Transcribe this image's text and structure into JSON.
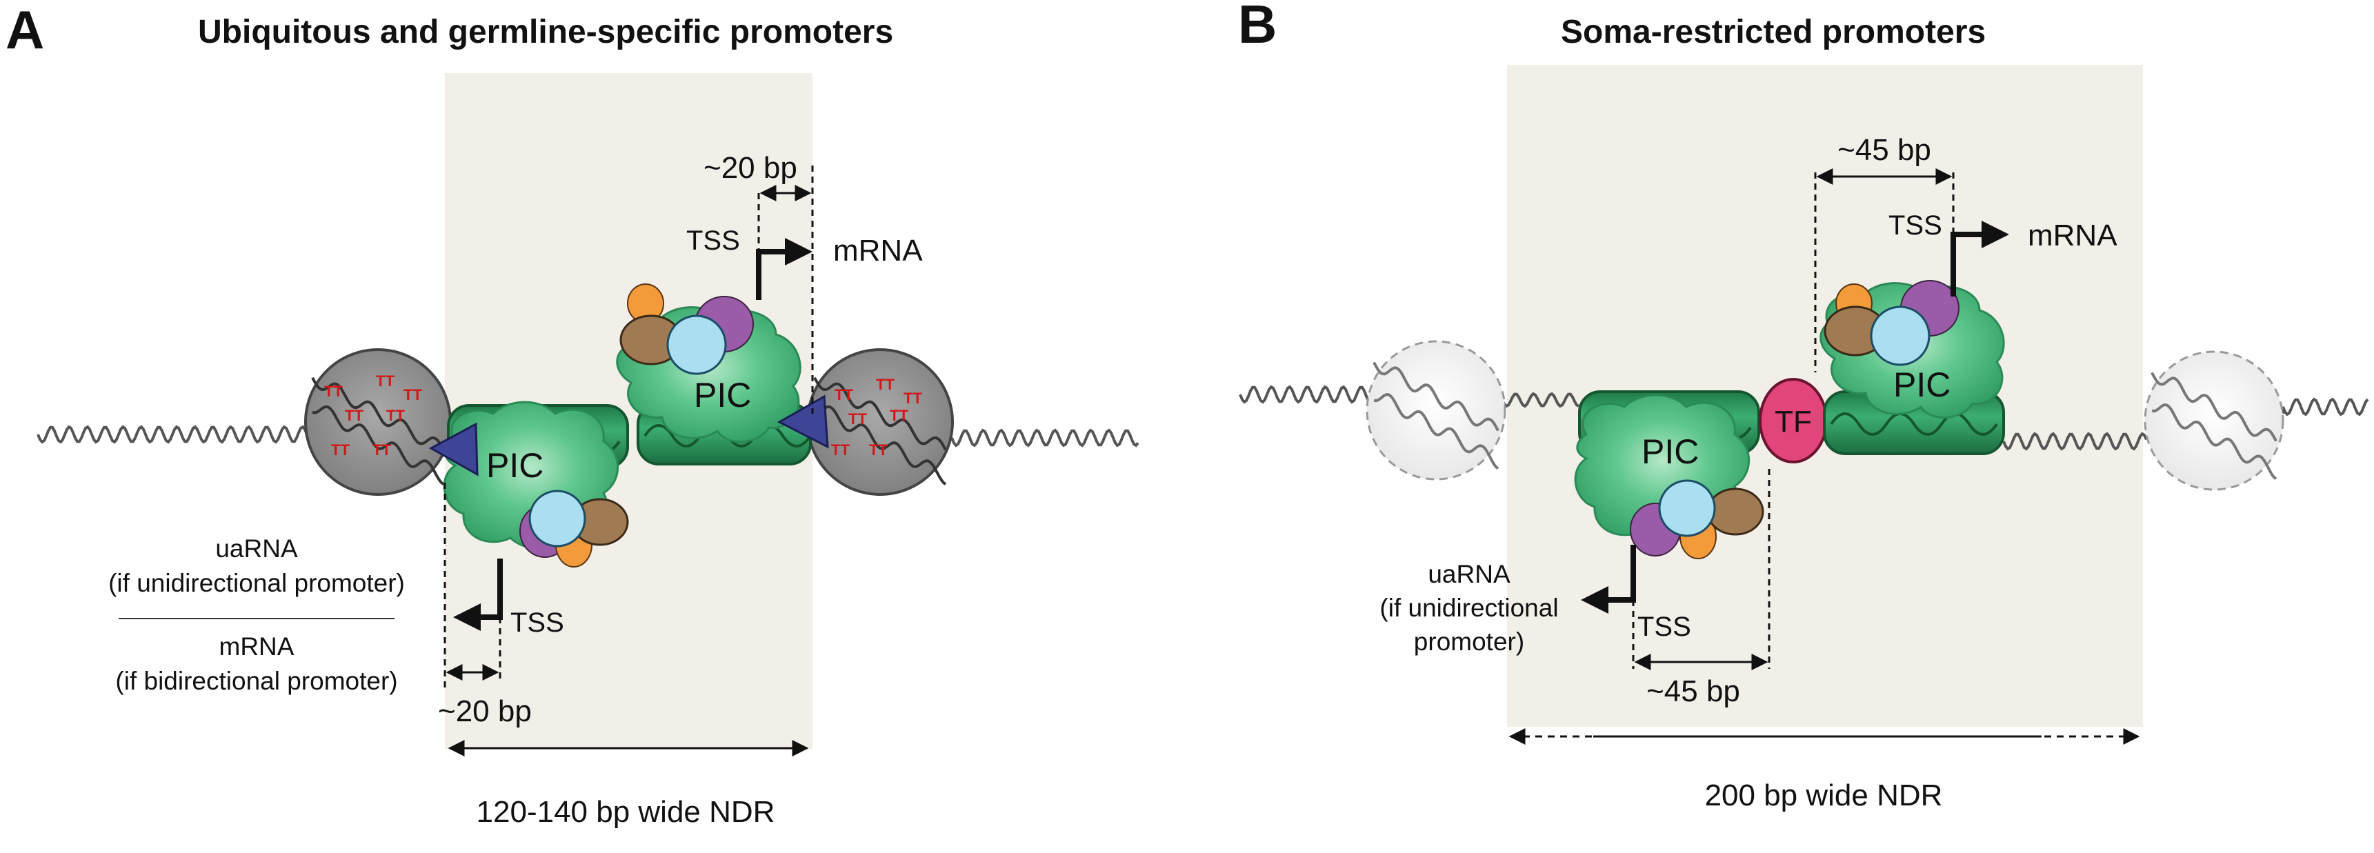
{
  "panel_a": {
    "letter": "A",
    "title": "Ubiquitous and germline-specific promoters",
    "top_distance": "~20 bp",
    "tss_upper": "TSS",
    "mrna_upper": "mRNA",
    "pic_upper": "PIC",
    "pic_lower": "PIC",
    "left_label_line1": "uaRNA",
    "left_label_line2": "(if unidirectional promoter)",
    "left_label_line3": "mRNA",
    "left_label_line4": "(if bidirectional promoter)",
    "tss_lower": "TSS",
    "bottom_distance": "~20 bp",
    "ndr_label": "120-140 bp wide NDR",
    "dimer_mark": "TT"
  },
  "panel_b": {
    "letter": "B",
    "title": "Soma-restricted promoters",
    "top_distance": "~45 bp",
    "tss_upper": "TSS",
    "mrna_upper": "mRNA",
    "pic_upper": "PIC",
    "pic_lower": "PIC",
    "tf": "TF",
    "left_label_line1": "uaRNA",
    "left_label_line2": "(if unidirectional",
    "left_label_line3": "promoter)",
    "tss_lower": "TSS",
    "bottom_distance": "~45 bp",
    "ndr_label": "200 bp wide NDR"
  },
  "colors": {
    "ndr_background": "#f2efe8",
    "pic_green": "#3fb57e",
    "pic_green_dark": "#23804f",
    "nucleosome_grey": "#8a8a8a",
    "nucleosome_light": "#eeeeee",
    "tf_pink": "#e2457a",
    "marker_blue": "#3f4596",
    "orange": "#f39a3a",
    "purple": "#9a5ba8",
    "brown": "#a07a52",
    "light_blue": "#a9dff0"
  }
}
